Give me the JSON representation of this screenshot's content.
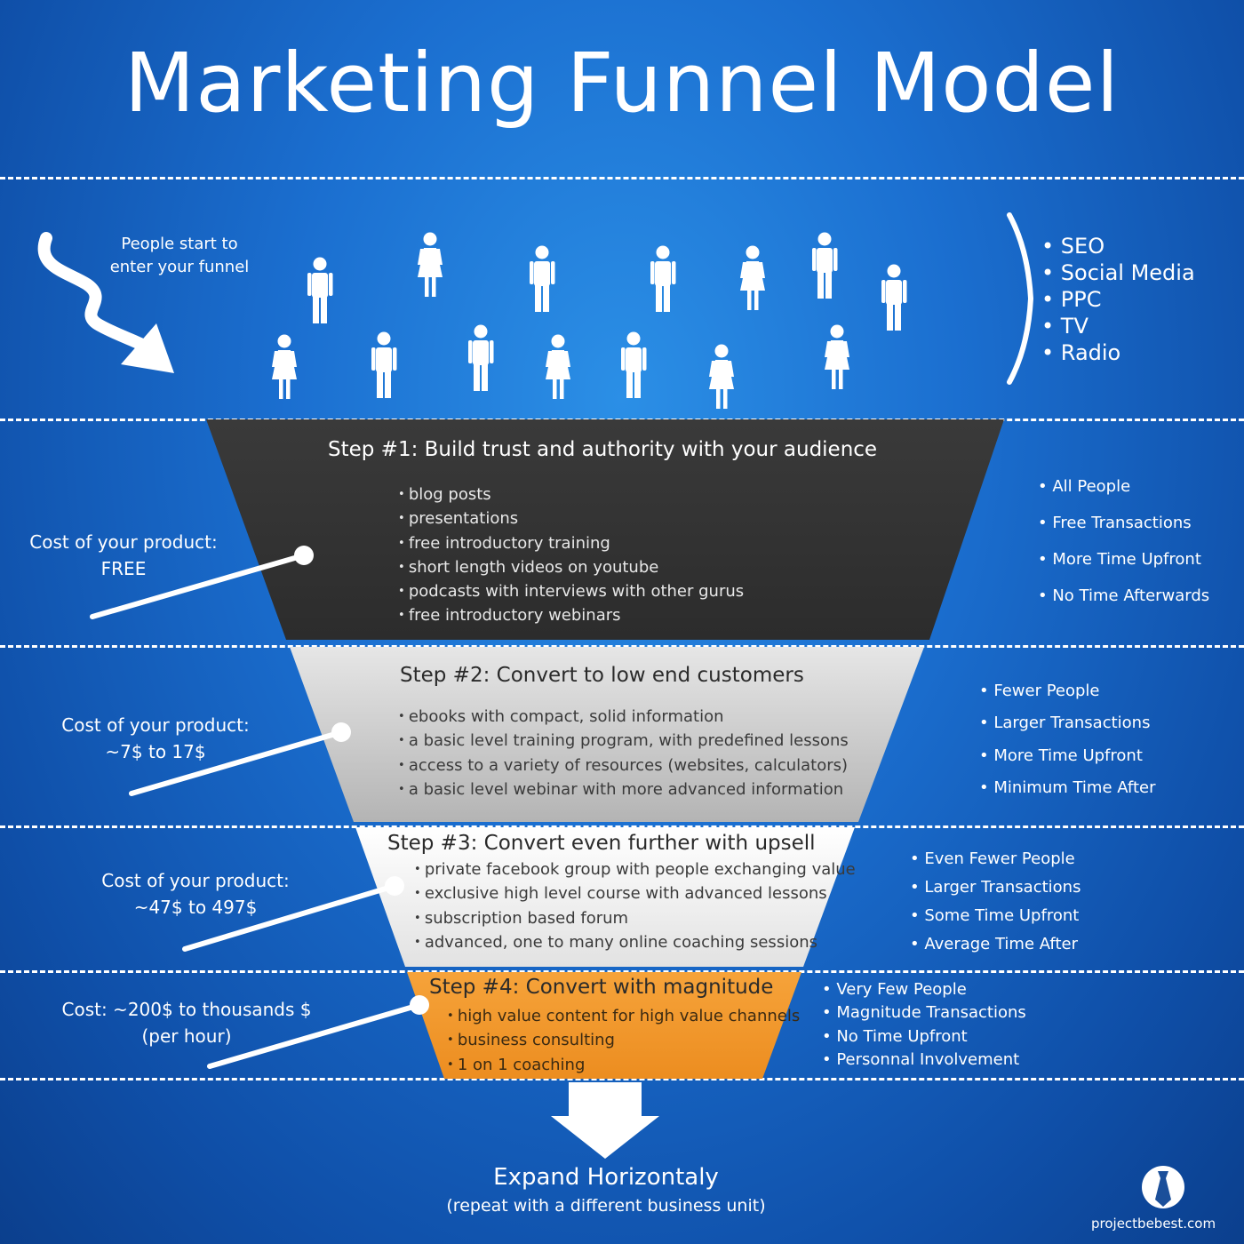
{
  "title": "Marketing Funnel Model",
  "entry_label": "People start to enter your funnel",
  "channels": [
    "SEO",
    "Social Media",
    "PPC",
    "TV",
    "Radio"
  ],
  "steps": [
    {
      "title": "Step #1: Build trust and authority with your audience",
      "items": [
        "blog posts",
        "presentations",
        "free introductory training",
        "short length videos on youtube",
        "podcasts with interviews with other gurus",
        "free introductory webinars"
      ],
      "cost_label": "Cost of your product:",
      "cost_value": "FREE",
      "traits": [
        "All People",
        "Free Transactions",
        "More Time Upfront",
        "No Time Afterwards"
      ],
      "fill": "#333333"
    },
    {
      "title": "Step #2: Convert to low end customers",
      "items": [
        "ebooks with compact, solid information",
        "a basic level training program, with predefined lessons",
        "access to a variety of resources (websites, calculators)",
        "a basic level webinar with more advanced information"
      ],
      "cost_label": "Cost of your product:",
      "cost_value": "~7$ to 17$",
      "traits": [
        "Fewer People",
        "Larger Transactions",
        "More Time Upfront",
        "Minimum Time After"
      ],
      "fill": "#cfcfcf"
    },
    {
      "title": "Step #3: Convert even further with upsell",
      "items": [
        "private facebook group with people exchanging value",
        "exclusive high level course with advanced lessons",
        "subscription based forum",
        "advanced, one to many online coaching sessions"
      ],
      "cost_label": "Cost of your product:",
      "cost_value": "~47$ to 497$",
      "traits": [
        "Even Fewer People",
        "Larger Transactions",
        "Some Time Upfront",
        "Average Time After"
      ],
      "fill": "#f4f4f4"
    },
    {
      "title": "Step #4: Convert with magnitude",
      "items": [
        "high value content for high value channels",
        "business consulting",
        "1 on 1 coaching"
      ],
      "cost_label": "Cost: ~200$ to thousands $",
      "cost_value": "(per hour)",
      "traits": [
        "Very Few People",
        "Magnitude Transactions",
        "No Time Upfront",
        "Personnal Involvement"
      ],
      "fill": "#f29a2e"
    }
  ],
  "expand_title": "Expand Horizontaly",
  "expand_subtitle": "(repeat with a different business unit)",
  "brand": "projectbebest.com",
  "colors": {
    "background": "#1b6fd0",
    "step1": "#333333",
    "step2": "#cfcfcf",
    "step3": "#f4f4f4",
    "step4": "#f29a2e",
    "text_light": "#ffffff"
  },
  "icons": {
    "entry_arrow": "wavy-arrow-icon",
    "people": "person-icon",
    "brace": "bracket-icon",
    "down_arrow": "down-arrow-icon",
    "logo": "tie-logo-icon"
  }
}
